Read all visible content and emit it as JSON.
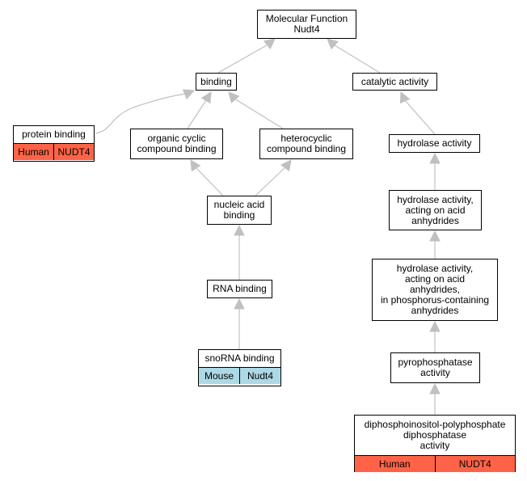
{
  "nodes": {
    "mf": "Molecular Function\nNudt4",
    "binding": "binding",
    "catalytic": "catalytic activity",
    "protein_binding": "protein binding",
    "organic_cyclic": "organic cyclic\ncompound binding",
    "heterocyclic": "heterocyclic\ncompound binding",
    "hydrolase": "hydrolase activity",
    "nucleic_acid": "nucleic acid\nbinding",
    "hydrolase_acid": "hydrolase activity,\nacting on acid\nanhydrides",
    "rna_binding": "RNA binding",
    "hydrolase_phos": "hydrolase activity,\nacting on acid\nanhydrides,\nin phosphorus-containing\nanhydrides",
    "snorna": "snoRNA binding",
    "pyrophosphatase": "pyrophosphatase\nactivity",
    "diphospho": "diphosphoinositol-polyphosphate\ndiphosphatase\nactivity"
  },
  "annotations": {
    "protein_binding": {
      "species": "Human",
      "gene": "NUDT4",
      "color": "#ff6347"
    },
    "snorna": {
      "species": "Mouse",
      "gene": "Nudt4",
      "color": "#add8e6"
    },
    "diphospho": {
      "species": "Human",
      "gene": "NUDT4",
      "color": "#ff6347"
    }
  },
  "colors": {
    "edge": "#c0c0c0",
    "border": "#000000"
  }
}
